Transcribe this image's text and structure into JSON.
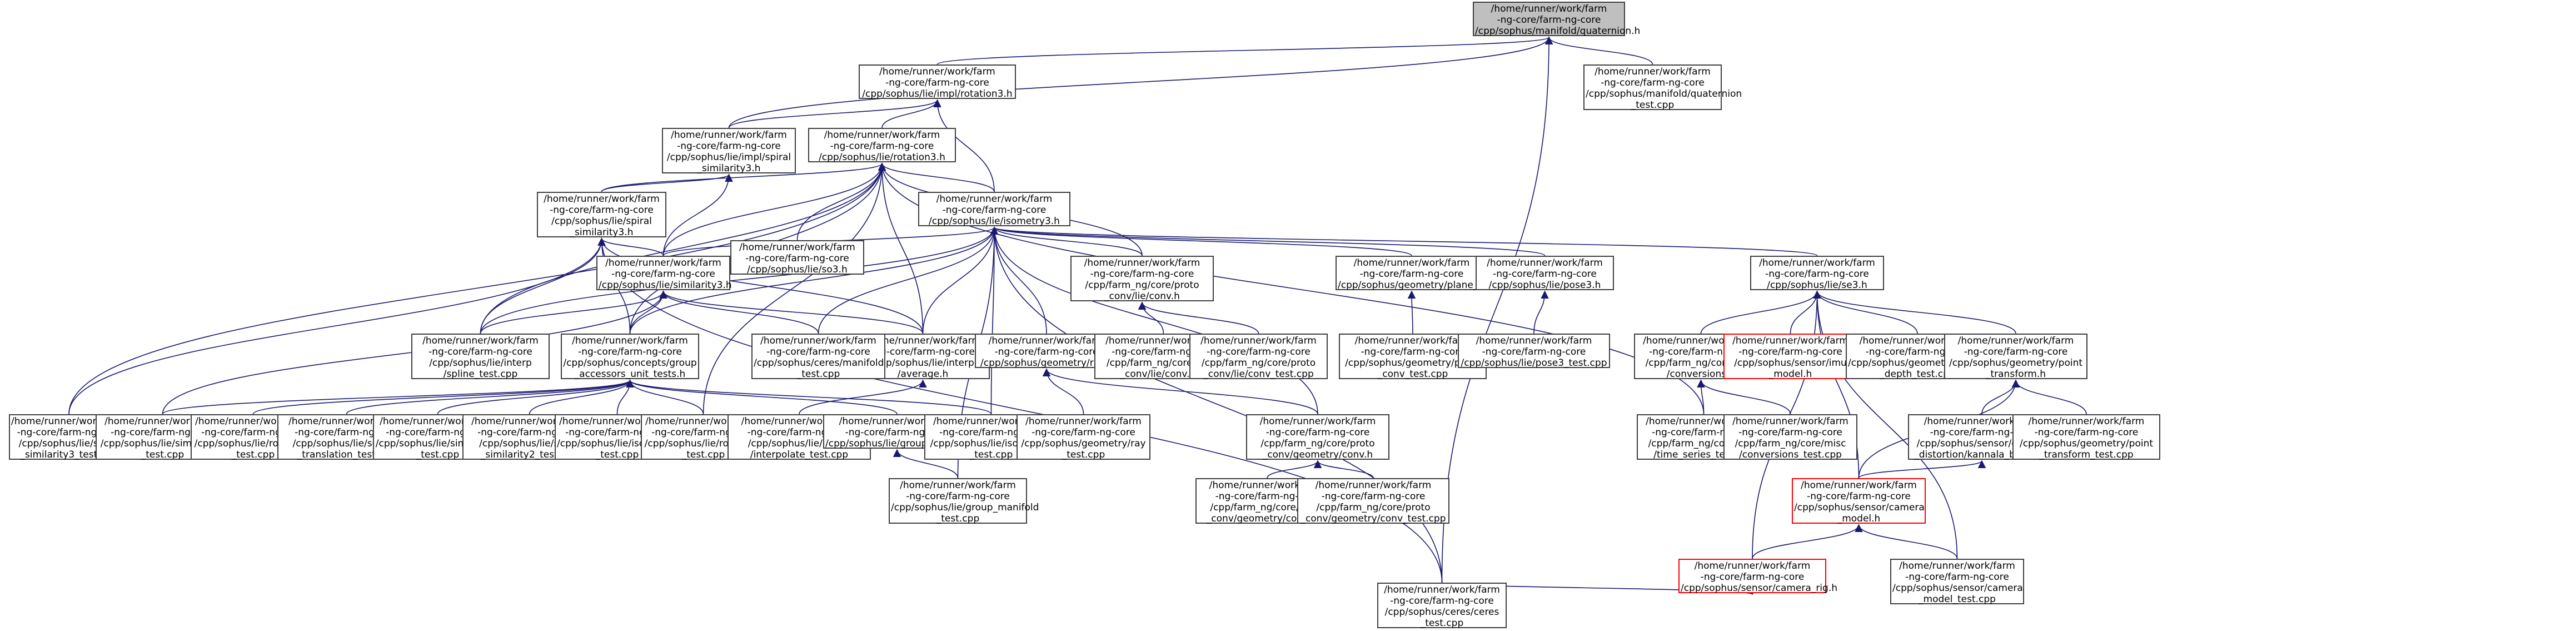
{
  "colors": {
    "edge": "#191970",
    "root_fill": "#bfbfbf",
    "border": "#404040",
    "broken": "#ff0000"
  },
  "nodes": [
    {
      "id": "quat",
      "lines": [
        "/home/runner/work/farm",
        "-ng-core/farm-ng-core",
        "/cpp/sophus/manifold/quaternion.h"
      ],
      "kind": "root"
    },
    {
      "id": "qtest",
      "lines": [
        "/home/runner/work/farm",
        "-ng-core/farm-ng-core",
        "/cpp/sophus/manifold/quaternion",
        "_test.cpp"
      ]
    },
    {
      "id": "rot3impl",
      "lines": [
        "/home/runner/work/farm",
        "-ng-core/farm-ng-core",
        "/cpp/sophus/lie/impl/rotation3.h"
      ]
    },
    {
      "id": "spiralimpl",
      "lines": [
        "/home/runner/work/farm",
        "-ng-core/farm-ng-core",
        "/cpp/sophus/lie/impl/spiral",
        "_similarity3.h"
      ]
    },
    {
      "id": "rot3",
      "lines": [
        "/home/runner/work/farm",
        "-ng-core/farm-ng-core",
        "/cpp/sophus/lie/rotation3.h"
      ]
    },
    {
      "id": "spiral",
      "lines": [
        "/home/runner/work/farm",
        "-ng-core/farm-ng-core",
        "/cpp/sophus/lie/spiral",
        "_similarity3.h"
      ]
    },
    {
      "id": "isometry3",
      "lines": [
        "/home/runner/work/farm",
        "-ng-core/farm-ng-core",
        "/cpp/sophus/lie/isometry3.h"
      ]
    },
    {
      "id": "lieso3",
      "lines": [
        "/home/runner/work/farm",
        "-ng-core/farm-ng-core",
        "/cpp/sophus/lie/so3.h"
      ]
    },
    {
      "id": "sim3",
      "lines": [
        "/home/runner/work/farm",
        "-ng-core/farm-ng-core",
        "/cpp/sophus/lie/similarity3.h"
      ]
    },
    {
      "id": "concepts",
      "lines": [
        "/home/runner/work/farm",
        "-ng-core/farm-ng-core",
        "/cpp/sophus/concepts/group",
        "_accessors_unit_tests.h"
      ]
    },
    {
      "id": "interp",
      "lines": [
        "/home/runner/work/farm",
        "-ng-core/farm-ng-core",
        "/cpp/sophus/lie/interp",
        "/spline_test.cpp"
      ]
    },
    {
      "id": "average",
      "lines": [
        "/home/runner/work/farm",
        "-ng-core/farm-ng-core",
        "/cpp/sophus/lie/interp",
        "/average.h"
      ]
    },
    {
      "id": "cermani",
      "lines": [
        "/home/runner/work/farm",
        "-ng-core/farm-ng-core",
        "/cpp/sophus/ceres/manifold",
        "_test.cpp"
      ]
    },
    {
      "id": "ray",
      "lines": [
        "/home/runner/work/farm",
        "-ng-core/farm-ng-core",
        "/cpp/sophus/geometry/ray.h"
      ]
    },
    {
      "id": "protoconv",
      "lines": [
        "/home/runner/work/farm",
        "-ng-core/farm-ng-core",
        "/cpp/farm_ng/core/proto",
        "_conv/lie/conv.h"
      ]
    },
    {
      "id": "lieconvcpp",
      "lines": [
        "/home/runner/work/farm",
        "-ng-core/farm-ng-core",
        "/cpp/farm_ng/core/proto",
        "_conv/lie/conv.cpp"
      ]
    },
    {
      "id": "lieconvtest",
      "lines": [
        "/home/runner/work/farm",
        "-ng-core/farm-ng-core",
        "/cpp/farm_ng/core/proto",
        "_conv/lie/conv_test.cpp"
      ]
    },
    {
      "id": "planeconv",
      "lines": [
        "/home/runner/work/farm",
        "-ng-core/farm-ng-core",
        "/cpp/sophus/geometry/plane_conv.h"
      ]
    },
    {
      "id": "planetest",
      "lines": [
        "/home/runner/work/farm",
        "-ng-core/farm-ng-core",
        "/cpp/sophus/geometry/plane",
        "_conv_test.cpp"
      ]
    },
    {
      "id": "pose3",
      "lines": [
        "/home/runner/work/farm",
        "-ng-core/farm-ng-core",
        "/cpp/sophus/lie/pose3.h"
      ]
    },
    {
      "id": "pose3test",
      "lines": [
        "/home/runner/work/farm",
        "-ng-core/farm-ng-core",
        "/cpp/sophus/lie/pose3_test.cpp"
      ]
    },
    {
      "id": "lieso3b",
      "lines": [
        "/home/runner/work/farm",
        "-ng-core/farm-ng-core",
        "/cpp/sophus/lie/se3.h"
      ]
    },
    {
      "id": "miscconv",
      "lines": [
        "/home/runner/work/farm",
        "-ng-core/farm-ng-core",
        "/cpp/farm_ng/core/misc",
        "/conversions.h"
      ]
    },
    {
      "id": "imu",
      "lines": [
        "/home/runner/work/farm",
        "-ng-core/farm-ng-core",
        "/cpp/sophus/sensor/imu",
        "_model.h"
      ],
      "kind": "red"
    },
    {
      "id": "invdepth",
      "lines": [
        "/home/runner/work/farm",
        "-ng-core/farm-ng-core",
        "/cpp/sophus/geometry/inverse",
        "_depth_test.cpp"
      ]
    },
    {
      "id": "pointtr",
      "lines": [
        "/home/runner/work/farm",
        "-ng-core/farm-ng-core",
        "/cpp/sophus/geometry/point",
        "_transform.h"
      ]
    },
    {
      "id": "kb",
      "lines": [
        "/home/runner/work/farm",
        "-ng-core/farm-ng-core",
        "/cpp/sophus/sensor/camera",
        "_distortion/kannala_brandt.h"
      ]
    },
    {
      "id": "pttest",
      "lines": [
        "/home/runner/work/farm",
        "-ng-core/farm-ng-core",
        "/cpp/sophus/geometry/point",
        "_transform_test.cpp"
      ]
    },
    {
      "id": "cammodel",
      "lines": [
        "/home/runner/work/farm",
        "-ng-core/farm-ng-core",
        "/cpp/sophus/sensor/camera",
        "_model.h"
      ],
      "kind": "red"
    },
    {
      "id": "camrig",
      "lines": [
        "/home/runner/work/farm",
        "-ng-core/farm-ng-core",
        "/cpp/sophus/sensor/camera_rig.h"
      ],
      "kind": "red"
    },
    {
      "id": "cammodeltest",
      "lines": [
        "/home/runner/work/farm",
        "-ng-core/farm-ng-core",
        "/cpp/sophus/sensor/camera",
        "_model_test.cpp"
      ]
    },
    {
      "id": "timeseries",
      "lines": [
        "/home/runner/work/farm",
        "-ng-core/farm-ng-core",
        "/cpp/farm_ng/core/misc",
        "/time_series_test.cpp"
      ]
    },
    {
      "id": "convtest",
      "lines": [
        "/home/runner/work/farm",
        "-ng-core/farm-ng-core",
        "/cpp/farm_ng/core/misc",
        "/conversions_test.cpp"
      ]
    },
    {
      "id": "geomconv",
      "lines": [
        "/home/runner/work/farm",
        "-ng-core/farm-ng-core",
        "/cpp/farm_ng/core/proto",
        "_conv/geometry/conv.h"
      ]
    },
    {
      "id": "geomconvcpp",
      "lines": [
        "/home/runner/work/farm",
        "-ng-core/farm-ng-core",
        "/cpp/farm_ng/core/proto",
        "_conv/geometry/conv.cpp"
      ]
    },
    {
      "id": "geomconvtest",
      "lines": [
        "/home/runner/work/farm",
        "-ng-core/farm-ng-core",
        "/cpp/farm_ng/core/proto",
        "_conv/geometry/conv_test.cpp"
      ]
    },
    {
      "id": "spiraltest",
      "lines": [
        "/home/runner/work/farm",
        "-ng-core/farm-ng-core",
        "/cpp/sophus/lie/spiral",
        "_similarity3_test.cpp"
      ]
    },
    {
      "id": "sim3test",
      "lines": [
        "/home/runner/work/farm",
        "-ng-core/farm-ng-core",
        "/cpp/sophus/lie/similarity3",
        "_test.cpp"
      ]
    },
    {
      "id": "rot2test",
      "lines": [
        "/home/runner/work/farm",
        "-ng-core/farm-ng-core",
        "/cpp/sophus/lie/rotation2",
        "_test.cpp"
      ]
    },
    {
      "id": "scaling",
      "lines": [
        "/home/runner/work/farm",
        "-ng-core/farm-ng-core",
        "/cpp/sophus/lie/scaling",
        "_translation_test.cpp"
      ]
    },
    {
      "id": "sim2test",
      "lines": [
        "/home/runner/work/farm",
        "-ng-core/farm-ng-core",
        "/cpp/sophus/lie/similarity2",
        "_test.cpp"
      ]
    },
    {
      "id": "spiral2test",
      "lines": [
        "/home/runner/work/farm",
        "-ng-core/farm-ng-core",
        "/cpp/sophus/lie/spiral",
        "_similarity2_test.cpp"
      ]
    },
    {
      "id": "iso2test",
      "lines": [
        "/home/runner/work/farm",
        "-ng-core/farm-ng-core",
        "/cpp/sophus/lie/isometry2",
        "_test.cpp"
      ]
    },
    {
      "id": "rot3test",
      "lines": [
        "/home/runner/work/farm",
        "-ng-core/farm-ng-core",
        "/cpp/sophus/lie/rotation3",
        "_test.cpp"
      ]
    },
    {
      "id": "interptest",
      "lines": [
        "/home/runner/work/farm",
        "-ng-core/farm-ng-core",
        "/cpp/sophus/lie/interp",
        "/interpolate_test.cpp"
      ]
    },
    {
      "id": "groupmani",
      "lines": [
        "/home/runner/work/farm",
        "-ng-core/farm-ng-core",
        "/cpp/sophus/lie/group_manifold.h"
      ]
    },
    {
      "id": "groupmanitest",
      "lines": [
        "/home/runner/work/farm",
        "-ng-core/farm-ng-core",
        "/cpp/sophus/lie/group_manifold",
        "_test.cpp"
      ]
    },
    {
      "id": "iso3test",
      "lines": [
        "/home/runner/work/farm",
        "-ng-core/farm-ng-core",
        "/cpp/sophus/lie/isometry3",
        "_test.cpp"
      ]
    },
    {
      "id": "raytest",
      "lines": [
        "/home/runner/work/farm",
        "-ng-core/farm-ng-core",
        "/cpp/sophus/geometry/ray",
        "_test.cpp"
      ]
    },
    {
      "id": "cerestest",
      "lines": [
        "/home/runner/work/farm",
        "-ng-core/farm-ng-core",
        "/cpp/sophus/ceres/ceres",
        "_test.cpp"
      ]
    }
  ],
  "edges": [
    [
      "qtest",
      "quat"
    ],
    [
      "rot3impl",
      "quat"
    ],
    [
      "spiralimpl",
      "quat"
    ],
    [
      "cerestest",
      "quat"
    ],
    [
      "rot3",
      "rot3impl"
    ],
    [
      "spiralimpl",
      "rot3impl"
    ],
    [
      "isometry3",
      "rot3impl"
    ],
    [
      "spiral",
      "spiralimpl"
    ],
    [
      "sim3",
      "spiralimpl"
    ],
    [
      "spiral",
      "rot3"
    ],
    [
      "isometry3",
      "rot3"
    ],
    [
      "lieso3",
      "rot3"
    ],
    [
      "sim3",
      "rot3"
    ],
    [
      "interp",
      "rot3"
    ],
    [
      "average",
      "rot3"
    ],
    [
      "concepts",
      "rot3"
    ],
    [
      "protoconv",
      "rot3"
    ],
    [
      "rot3test",
      "rot3"
    ],
    [
      "timeseries",
      "rot3"
    ],
    [
      "spiraltest",
      "rot3"
    ],
    [
      "sim3",
      "spiral"
    ],
    [
      "concepts",
      "spiral"
    ],
    [
      "interp",
      "spiral"
    ],
    [
      "average",
      "spiral"
    ],
    [
      "spiraltest",
      "spiral"
    ],
    [
      "cerestest",
      "spiral"
    ],
    [
      "sim3",
      "isometry3"
    ],
    [
      "concepts",
      "isometry3"
    ],
    [
      "interp",
      "isometry3"
    ],
    [
      "average",
      "isometry3"
    ],
    [
      "cermani",
      "isometry3"
    ],
    [
      "ray",
      "isometry3"
    ],
    [
      "protoconv",
      "isometry3"
    ],
    [
      "planeconv",
      "isometry3"
    ],
    [
      "pose3",
      "isometry3"
    ],
    [
      "lieso3b",
      "isometry3"
    ],
    [
      "iso3test",
      "isometry3"
    ],
    [
      "groupmanitest",
      "isometry3"
    ],
    [
      "geomconv",
      "isometry3"
    ],
    [
      "cerestest",
      "isometry3"
    ],
    [
      "concepts",
      "sim3"
    ],
    [
      "interp",
      "sim3"
    ],
    [
      "average",
      "sim3"
    ],
    [
      "sim3test",
      "sim3"
    ],
    [
      "cermani",
      "sim3"
    ],
    [
      "sim3test",
      "concepts"
    ],
    [
      "rot2test",
      "concepts"
    ],
    [
      "scaling",
      "concepts"
    ],
    [
      "sim2test",
      "concepts"
    ],
    [
      "spiral2test",
      "concepts"
    ],
    [
      "iso2test",
      "concepts"
    ],
    [
      "rot3test",
      "concepts"
    ],
    [
      "groupmani",
      "concepts"
    ],
    [
      "iso3test",
      "concepts"
    ],
    [
      "interptest",
      "average"
    ],
    [
      "groupmanitest",
      "groupmani"
    ],
    [
      "raytest",
      "ray"
    ],
    [
      "geomconv",
      "ray"
    ],
    [
      "lieconvcpp",
      "protoconv"
    ],
    [
      "lieconvtest",
      "protoconv"
    ],
    [
      "geomconvcpp",
      "geomconv"
    ],
    [
      "geomconvtest",
      "geomconv"
    ],
    [
      "planetest",
      "planeconv"
    ],
    [
      "pose3test",
      "pose3"
    ],
    [
      "miscconv",
      "lieso3b"
    ],
    [
      "imu",
      "lieso3b"
    ],
    [
      "invdepth",
      "lieso3b"
    ],
    [
      "pointtr",
      "lieso3b"
    ],
    [
      "camrig",
      "lieso3b"
    ],
    [
      "cammodel",
      "lieso3b"
    ],
    [
      "cammodeltest",
      "lieso3b"
    ],
    [
      "timeseries",
      "miscconv"
    ],
    [
      "convtest",
      "miscconv"
    ],
    [
      "kb",
      "pointtr"
    ],
    [
      "pttest",
      "pointtr"
    ],
    [
      "cammodel",
      "pointtr"
    ],
    [
      "cammodel",
      "kb"
    ],
    [
      "camrig",
      "cammodel"
    ],
    [
      "cammodeltest",
      "cammodel"
    ],
    [
      "cerestest",
      "camrig"
    ]
  ]
}
